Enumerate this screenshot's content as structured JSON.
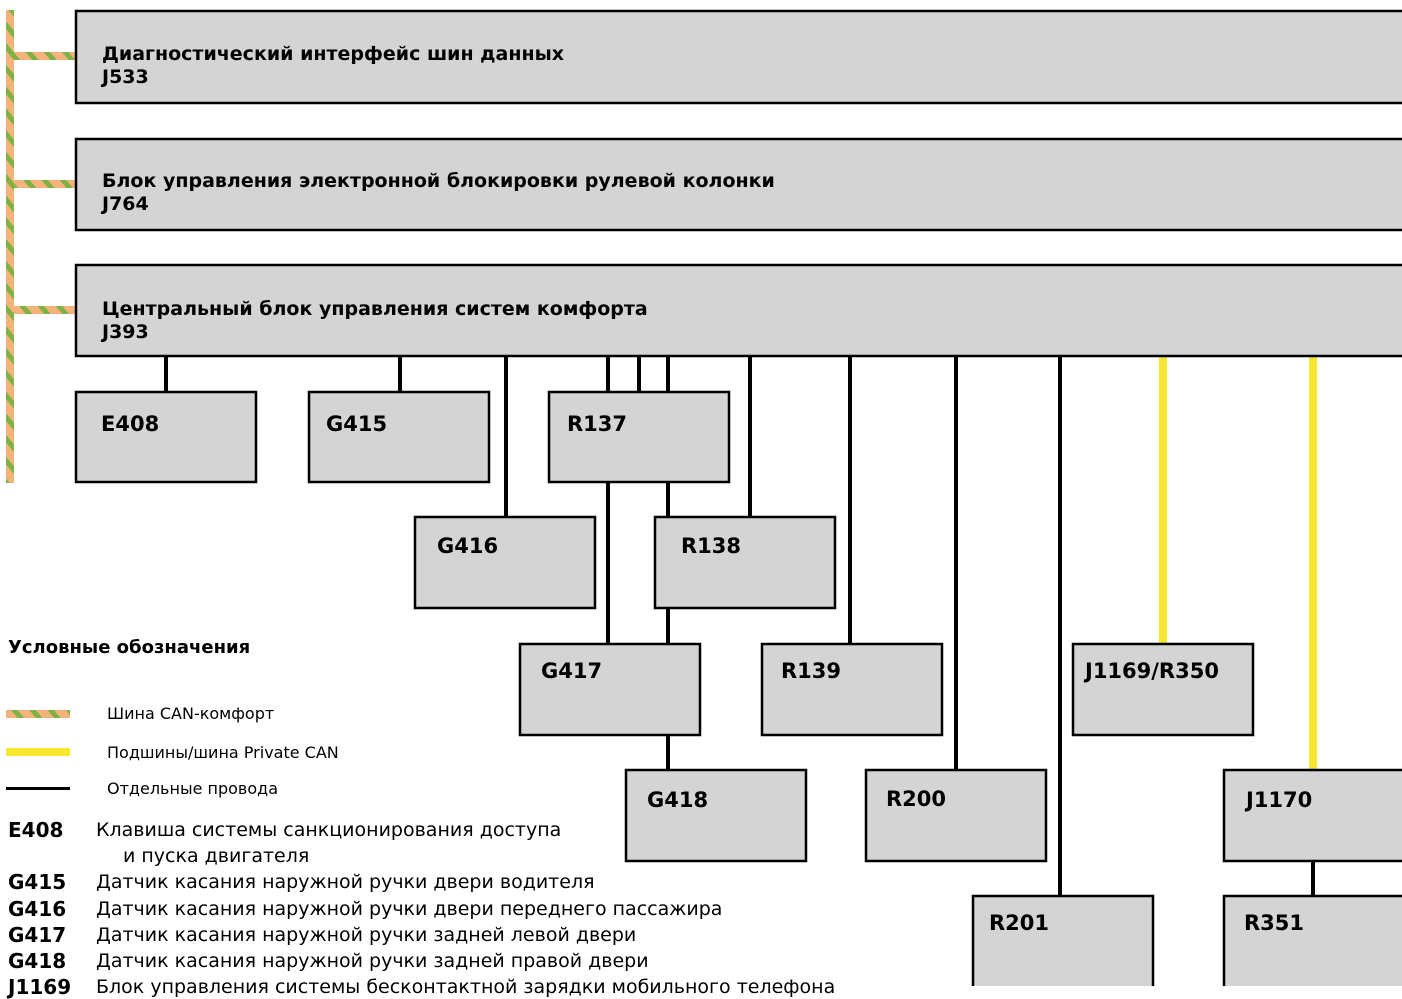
{
  "colors": {
    "box_fill": "#d4d4d4",
    "box_stroke": "#000000",
    "can_comfort_green": "#7cb342",
    "can_comfort_orange": "#f4b37a",
    "private_can_yellow": "#f7e731",
    "wire_black": "#000000"
  },
  "ecus": {
    "j533": {
      "title": "Диагностический интерфейс шин данных",
      "code": "J533"
    },
    "j764": {
      "title": "Блок управления электронной блокировки рулевой колонки",
      "code": "J764"
    },
    "j393": {
      "title": "Центральный блок управления систем комфорта",
      "code": "J393"
    }
  },
  "nodes": {
    "e408": "E408",
    "g415": "G415",
    "r137": "R137",
    "g416": "G416",
    "r138": "R138",
    "g417": "G417",
    "r139": "R139",
    "j1169_r350": "J1169/R350",
    "g418": "G418",
    "r200": "R200",
    "j1170": "J1170",
    "r201": "R201",
    "r351": "R351"
  },
  "legend": {
    "title": "Условные обозначения",
    "items": [
      {
        "symbol": "can-comfort",
        "label": "Шина CAN-комфорт"
      },
      {
        "symbol": "private-can",
        "label": "Подшины/шина Private CAN"
      },
      {
        "symbol": "wire",
        "label": "Отдельные провода"
      }
    ]
  },
  "abbreviations": [
    {
      "code": "E408",
      "lines": [
        "Клавиша системы санкционирования доступа",
        "и пуска двигателя"
      ]
    },
    {
      "code": "G415",
      "lines": [
        "Датчик касания наружной ручки двери водителя"
      ]
    },
    {
      "code": "G416",
      "lines": [
        "Датчик касания наружной ручки двери переднего пассажира"
      ]
    },
    {
      "code": "G417",
      "lines": [
        "Датчик касания наружной ручки задней левой двери"
      ]
    },
    {
      "code": "G418",
      "lines": [
        "Датчик касания наружной ручки задней правой двери"
      ]
    },
    {
      "code": "J1169",
      "lines": [
        "Блок управления системы бесконтактной зарядки мобильного телефона"
      ]
    }
  ]
}
